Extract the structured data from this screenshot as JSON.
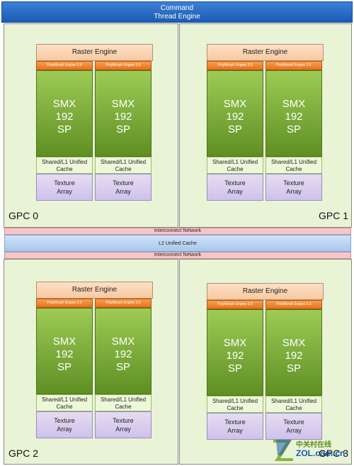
{
  "command": {
    "line1": "Command",
    "line2": "Thread Engine"
  },
  "interconnect_label": "Interconnect Network",
  "l2_label": "L2 Unified Cache",
  "gpcs": [
    {
      "label": "GPC 0",
      "raster": "Raster Engine",
      "sms": [
        {
          "poly": "PolyMorph Engine 2.0",
          "smx": "SMX",
          "count": "192",
          "unit": "SP",
          "cache1": "Shared/L1 Unified",
          "cache2": "Cache",
          "tex1": "Texture",
          "tex2": "Array"
        },
        {
          "poly": "PolyMorph Engine 2.0",
          "smx": "SMX",
          "count": "192",
          "unit": "SP",
          "cache1": "Shared/L1 Unified",
          "cache2": "Cache",
          "tex1": "Texture",
          "tex2": "Array"
        }
      ]
    },
    {
      "label": "GPC 1",
      "raster": "Raster Engine",
      "sms": [
        {
          "poly": "PolyMorph Engine 2.0",
          "smx": "SMX",
          "count": "192",
          "unit": "SP",
          "cache1": "Shared/L1 Unified",
          "cache2": "Cache",
          "tex1": "Texture",
          "tex2": "Array"
        },
        {
          "poly": "PolyMorph Engine 2.0",
          "smx": "SMX",
          "count": "192",
          "unit": "SP",
          "cache1": "Shared/L1 Unified",
          "cache2": "Cache",
          "tex1": "Texture",
          "tex2": "Array"
        }
      ]
    },
    {
      "label": "GPC 2",
      "raster": "Raster Engine",
      "sms": [
        {
          "poly": "PolyMorph Engine 2.0",
          "smx": "SMX",
          "count": "192",
          "unit": "SP",
          "cache1": "Shared/L1 Unified",
          "cache2": "Cache",
          "tex1": "Texture",
          "tex2": "Array"
        },
        {
          "poly": "PolyMorph Engine 2.0",
          "smx": "SMX",
          "count": "192",
          "unit": "SP",
          "cache1": "Shared/L1 Unified",
          "cache2": "Cache",
          "tex1": "Texture",
          "tex2": "Array"
        }
      ]
    },
    {
      "label": "GPC 3",
      "raster": "Raster Engine",
      "sms": [
        {
          "poly": "PolyMorph Engine 2.0",
          "smx": "SMX",
          "count": "192",
          "unit": "SP",
          "cache1": "Shared/L1 Unified",
          "cache2": "Cache",
          "tex1": "Texture",
          "tex2": "Array"
        },
        {
          "poly": "PolyMorph Engine 2.0",
          "smx": "SMX",
          "count": "192",
          "unit": "SP",
          "cache1": "Shared/L1 Unified",
          "cache2": "Cache",
          "tex1": "Texture",
          "tex2": "Array"
        }
      ]
    }
  ],
  "watermark": {
    "text1": "中关村在线",
    "text2": "ZOL.com.cn",
    "colors": {
      "green": "#5f8f24",
      "blue": "#1a5bb4"
    }
  },
  "colors": {
    "command": "#1a5bb4",
    "gpc_bg": "#e9f3d6",
    "raster": "#f8c9a0",
    "poly": "#e7711a",
    "smx": "#6a9a2c",
    "cache": "#eef8d9",
    "texture": "#cfc2ea",
    "interconnect": "#f6c7c9",
    "l2": "#a8c8ee"
  }
}
